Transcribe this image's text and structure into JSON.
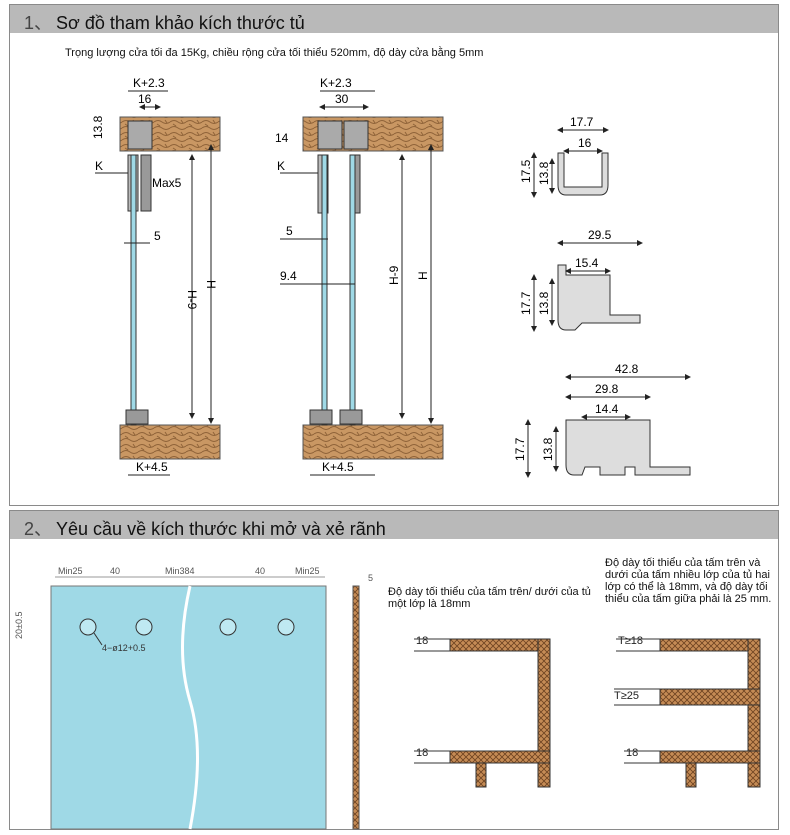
{
  "section1": {
    "number": "1、",
    "title": "Sơ đồ tham khảo kích thước tủ",
    "subtitle": "Trọng lượng cửa tối đa 15Kg, chiều rộng cửa tối thiểu 520mm, độ dày cửa bằng 5mm",
    "single_door": {
      "top_width": "K+2.3",
      "track_width": "16",
      "track_height": "13.8",
      "k": "K",
      "max_gap": "Max5",
      "door_thickness": "5",
      "inner_height": "H-9",
      "height": "H",
      "bottom_width": "K+4.5"
    },
    "double_door": {
      "top_width": "K+2.3",
      "track_width": "30",
      "track_height": "14",
      "k": "K",
      "door_thickness": "5",
      "door_gap": "9.4",
      "inner_height": "H-9",
      "height": "H",
      "bottom_width": "K+4.5"
    },
    "profile_single": {
      "outer_width": "17.7",
      "inner_width": "16",
      "outer_height": "17.5",
      "inner_height": "13.8"
    },
    "profile_double": {
      "outer_width": "29.5",
      "inner_width": "15.4",
      "outer_height": "17.7",
      "inner_height": "13.8"
    },
    "profile_triple": {
      "outer_width": "42.8",
      "mid_width": "29.8",
      "inner_width": "14.4",
      "outer_height": "17.7",
      "inner_height": "13.8"
    }
  },
  "section2": {
    "number": "2、",
    "title": "Yêu cầu về kích thước khi mở và xẻ rãnh",
    "glass": {
      "min_left": "Min25",
      "spacing_left": "40",
      "min_mid": "Min384",
      "spacing_right": "40",
      "min_right": "Min25",
      "hole_offset": "20±0.5",
      "hole_spec": "4−ø12+0.5",
      "thickness": "5"
    },
    "note_single": "Độ dày tối thiểu của tấm trên/ dưới của tủ một lớp là 18mm",
    "note_double": "Độ dày tối thiểu của tấm trên và dưới của tấm nhiều lớp của tủ hai lớp có thể là 18mm, và độ dày tối thiểu của tấm giữa phải là 25 mm.",
    "cab_single": {
      "top": "18",
      "bottom": "18"
    },
    "cab_double": {
      "top": "T≥18",
      "middle": "T≥25",
      "bottom": "18"
    }
  },
  "colors": {
    "wood": "#c99763",
    "glass": "#9fd9e6",
    "header": "#b9b9b9"
  }
}
